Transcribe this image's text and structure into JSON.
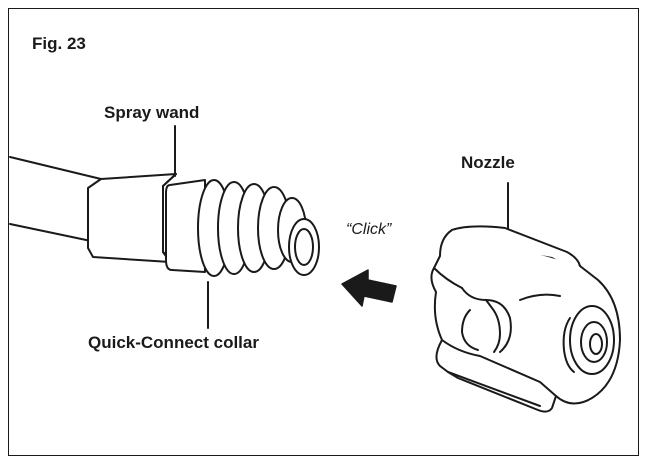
{
  "figure": {
    "label": "Fig. 23"
  },
  "labels": {
    "spray_wand": "Spray wand",
    "nozzle": "Nozzle",
    "collar": "Quick-Connect collar",
    "click": "“Click”"
  },
  "colors": {
    "line": "#1a1a1a",
    "background": "#ffffff",
    "shade": "#e6e6e6"
  },
  "icons": {
    "arrow": "left-arrow-icon"
  }
}
